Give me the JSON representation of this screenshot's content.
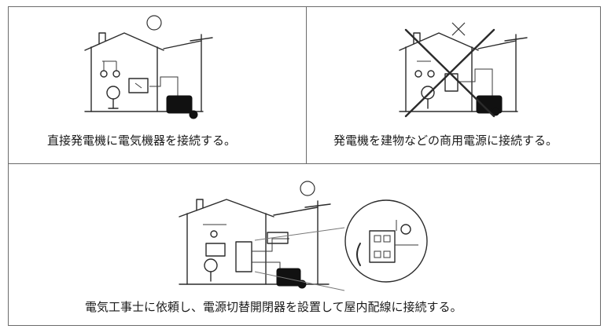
{
  "panels": [
    {
      "mark": "circle",
      "mark_label": "○",
      "caption": "直接発電機に電気機器を接続する。"
    },
    {
      "mark": "cross",
      "mark_label": "×",
      "caption": "発電機を建物などの商用電源に接続する。"
    },
    {
      "mark": "circle",
      "mark_label": "○",
      "caption": "電気工事士に依頼し、電源切替開閉器を設置して屋内配線に接続する。"
    }
  ]
}
